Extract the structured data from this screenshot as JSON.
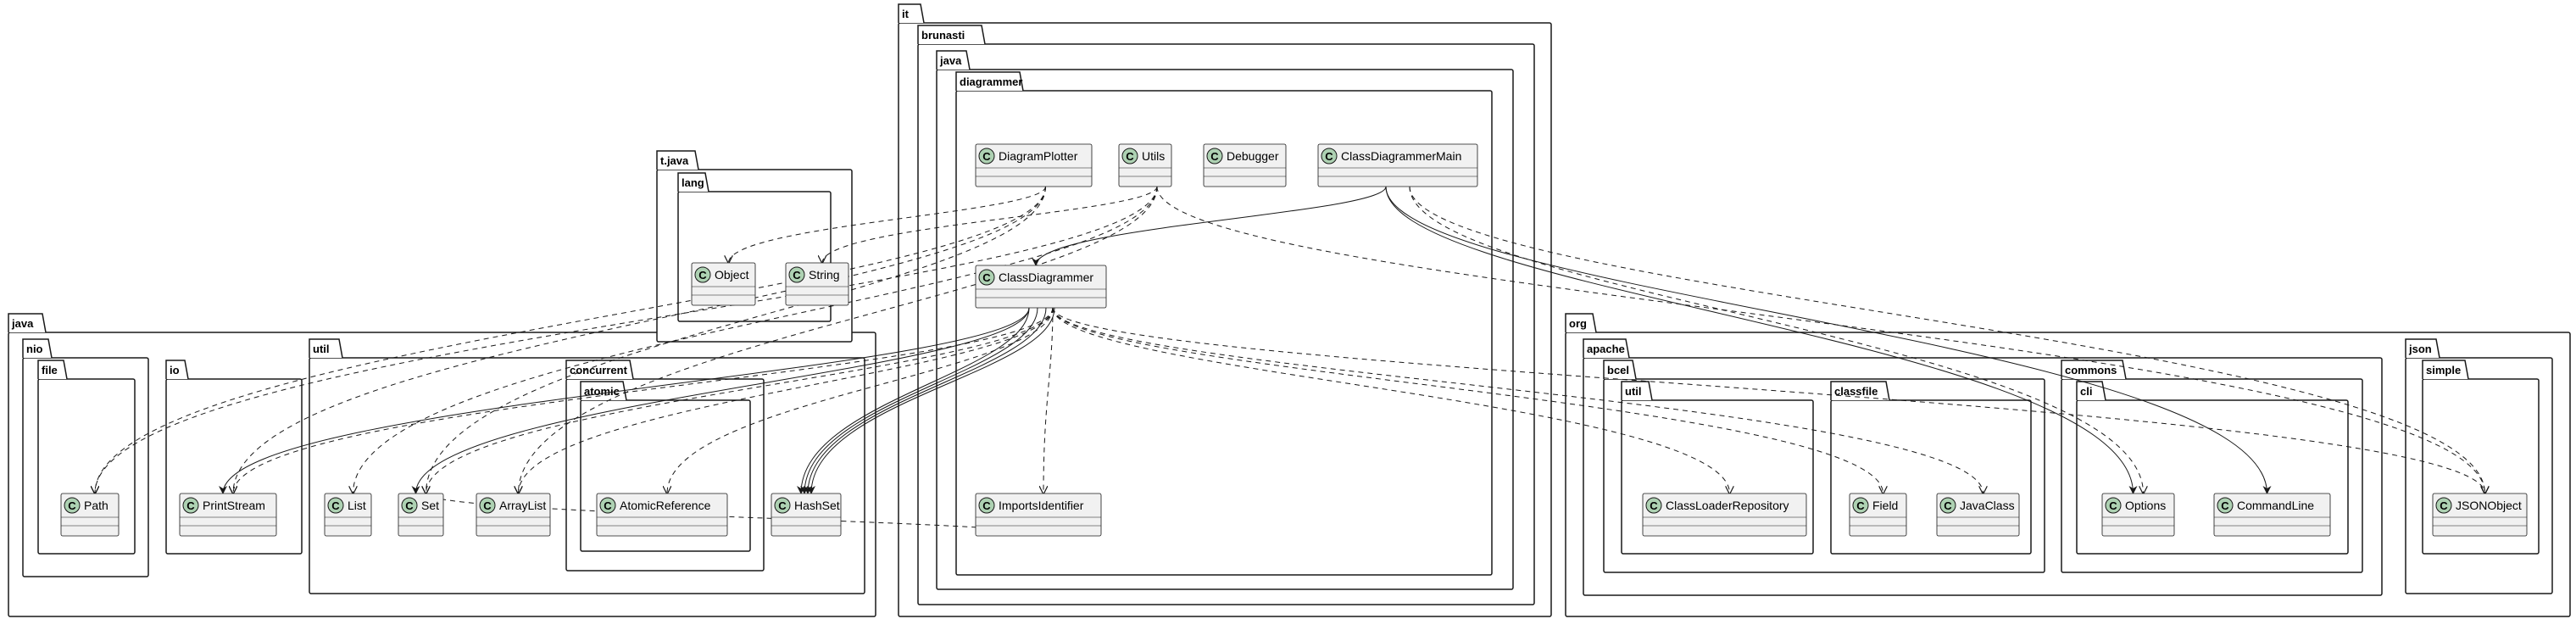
{
  "packages": [
    {
      "id": "java",
      "label": "java"
    },
    {
      "id": "java_nio",
      "label": "nio"
    },
    {
      "id": "java_nio_file",
      "label": "file"
    },
    {
      "id": "java_io",
      "label": "io"
    },
    {
      "id": "java_util",
      "label": "util"
    },
    {
      "id": "java_util_concurrent",
      "label": "concurrent"
    },
    {
      "id": "java_util_concurrent_atomic",
      "label": "atomic"
    },
    {
      "id": "tjava",
      "label": "t.java"
    },
    {
      "id": "tjava_lang",
      "label": "lang"
    },
    {
      "id": "it",
      "label": "it"
    },
    {
      "id": "it_brunasti",
      "label": "brunasti"
    },
    {
      "id": "it_brunasti_java",
      "label": "java"
    },
    {
      "id": "it_brunasti_java_diagrammer",
      "label": "diagrammer"
    },
    {
      "id": "org",
      "label": "org"
    },
    {
      "id": "org_apache",
      "label": "apache"
    },
    {
      "id": "org_apache_bcel",
      "label": "bcel"
    },
    {
      "id": "org_apache_bcel_util",
      "label": "util"
    },
    {
      "id": "org_apache_bcel_classfile",
      "label": "classfile"
    },
    {
      "id": "org_apache_commons",
      "label": "commons"
    },
    {
      "id": "org_apache_commons_cli",
      "label": "cli"
    },
    {
      "id": "org_json",
      "label": "json"
    },
    {
      "id": "org_json_simple",
      "label": "simple"
    }
  ],
  "classes": [
    {
      "id": "Path",
      "name": "Path",
      "stereotype_letter": "C"
    },
    {
      "id": "PrintStream",
      "name": "PrintStream",
      "stereotype_letter": "C"
    },
    {
      "id": "List",
      "name": "List",
      "stereotype_letter": "C"
    },
    {
      "id": "Set",
      "name": "Set",
      "stereotype_letter": "C"
    },
    {
      "id": "ArrayList",
      "name": "ArrayList",
      "stereotype_letter": "C"
    },
    {
      "id": "AtomicReference",
      "name": "AtomicReference",
      "stereotype_letter": "C"
    },
    {
      "id": "HashSet",
      "name": "HashSet",
      "stereotype_letter": "C"
    },
    {
      "id": "Object",
      "name": "Object",
      "stereotype_letter": "C"
    },
    {
      "id": "String",
      "name": "String",
      "stereotype_letter": "C"
    },
    {
      "id": "DiagramPlotter",
      "name": "DiagramPlotter",
      "stereotype_letter": "C"
    },
    {
      "id": "Utils",
      "name": "Utils",
      "stereotype_letter": "C"
    },
    {
      "id": "Debugger",
      "name": "Debugger",
      "stereotype_letter": "C"
    },
    {
      "id": "ClassDiagrammerMain",
      "name": "ClassDiagrammerMain",
      "stereotype_letter": "C"
    },
    {
      "id": "ClassDiagrammer",
      "name": "ClassDiagrammer",
      "stereotype_letter": "C"
    },
    {
      "id": "ImportsIdentifier",
      "name": "ImportsIdentifier",
      "stereotype_letter": "C"
    },
    {
      "id": "ClassLoaderRepository",
      "name": "ClassLoaderRepository",
      "stereotype_letter": "C"
    },
    {
      "id": "Field",
      "name": "Field",
      "stereotype_letter": "C"
    },
    {
      "id": "JavaClass",
      "name": "JavaClass",
      "stereotype_letter": "C"
    },
    {
      "id": "Options",
      "name": "Options",
      "stereotype_letter": "C"
    },
    {
      "id": "CommandLine",
      "name": "CommandLine",
      "stereotype_letter": "C"
    },
    {
      "id": "JSONObject",
      "name": "JSONObject",
      "stereotype_letter": "C"
    }
  ],
  "relations": [
    {
      "from": "ClassDiagrammerMain",
      "to": "ClassDiagrammer",
      "style": "solid"
    },
    {
      "from": "ClassDiagrammerMain",
      "to": "Options",
      "style": "solid"
    },
    {
      "from": "ClassDiagrammerMain",
      "to": "CommandLine",
      "style": "solid"
    },
    {
      "from": "ClassDiagrammerMain",
      "to": "Options",
      "style": "dashed"
    },
    {
      "from": "ClassDiagrammerMain",
      "to": "JSONObject",
      "style": "dashed"
    },
    {
      "from": "DiagramPlotter",
      "to": "Path",
      "style": "dashed"
    },
    {
      "from": "DiagramPlotter",
      "to": "PrintStream",
      "style": "dashed"
    },
    {
      "from": "DiagramPlotter",
      "to": "Set",
      "style": "dashed"
    },
    {
      "from": "DiagramPlotter",
      "to": "Object",
      "style": "dashed"
    },
    {
      "from": "Utils",
      "to": "Path",
      "style": "dashed"
    },
    {
      "from": "Utils",
      "to": "List",
      "style": "dashed"
    },
    {
      "from": "Utils",
      "to": "ArrayList",
      "style": "dashed"
    },
    {
      "from": "Utils",
      "to": "String",
      "style": "dashed"
    },
    {
      "from": "Utils",
      "to": "JSONObject",
      "style": "dashed"
    },
    {
      "from": "ClassDiagrammer",
      "to": "PrintStream",
      "style": "solid"
    },
    {
      "from": "ClassDiagrammer",
      "to": "Set",
      "style": "solid"
    },
    {
      "from": "ClassDiagrammer",
      "to": "HashSet",
      "style": "solid"
    },
    {
      "from": "ClassDiagrammer",
      "to": "HashSet",
      "style": "solid"
    },
    {
      "from": "ClassDiagrammer",
      "to": "HashSet",
      "style": "solid"
    },
    {
      "from": "ClassDiagrammer",
      "to": "HashSet",
      "style": "solid"
    },
    {
      "from": "ClassDiagrammer",
      "to": "PrintStream",
      "style": "dashed"
    },
    {
      "from": "ClassDiagrammer",
      "to": "Set",
      "style": "dashed"
    },
    {
      "from": "ClassDiagrammer",
      "to": "ArrayList",
      "style": "dashed"
    },
    {
      "from": "ClassDiagrammer",
      "to": "AtomicReference",
      "style": "dashed"
    },
    {
      "from": "ClassDiagrammer",
      "to": "ImportsIdentifier",
      "style": "dashed"
    },
    {
      "from": "ClassDiagrammer",
      "to": "ClassLoaderRepository",
      "style": "dashed"
    },
    {
      "from": "ClassDiagrammer",
      "to": "Field",
      "style": "dashed"
    },
    {
      "from": "ClassDiagrammer",
      "to": "JavaClass",
      "style": "dashed"
    },
    {
      "from": "ClassDiagrammer",
      "to": "JSONObject",
      "style": "dashed"
    },
    {
      "from": "ImportsIdentifier",
      "to": "Set",
      "style": "dashed"
    }
  ],
  "colors": {
    "class_fill": "#f1f1f1",
    "stereotype_circle": "#add1b2",
    "border": "#181818",
    "background": "#ffffff"
  }
}
